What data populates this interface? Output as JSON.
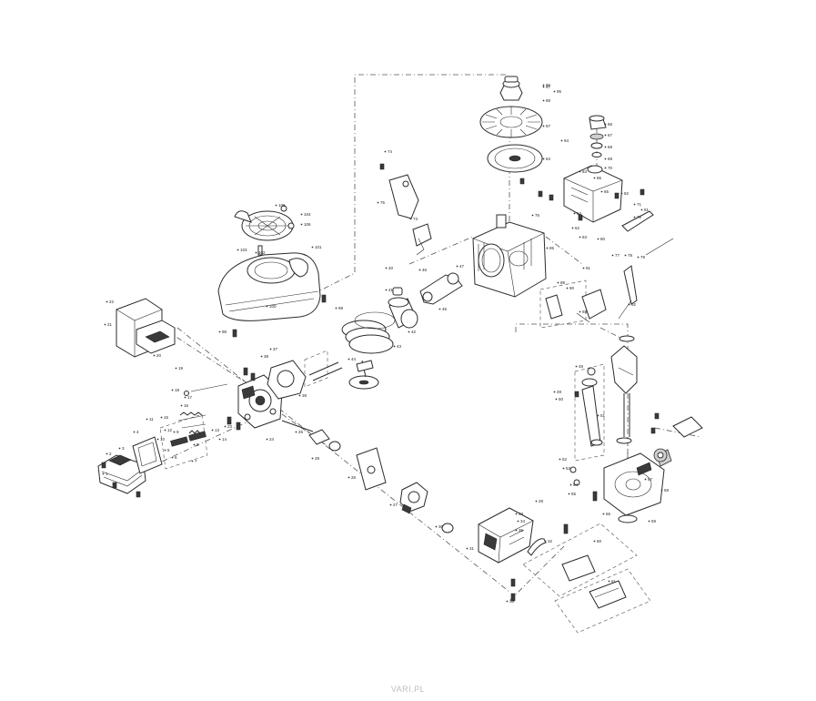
{
  "watermark": "VARI.PL",
  "part_numbers": {
    "n1": "86",
    "n2": "88",
    "n3": "87",
    "n4": "84",
    "n5": "76",
    "n6": "105",
    "n7": "104",
    "n8": "106",
    "n9": "103",
    "n10": "102",
    "n11": "101",
    "n12": "100",
    "n13": "99",
    "n14": "98",
    "n15": "97",
    "n16": "96",
    "n17": "40",
    "n18": "41",
    "n19": "42",
    "n20": "43",
    "n21": "44",
    "n22": "62",
    "n23": "64",
    "n24": "65",
    "n25": "66",
    "n26": "67",
    "n27": "68",
    "n28": "69",
    "n29": "70",
    "n30": "71",
    "n31": "72",
    "n32": "79",
    "n33": "78",
    "n34": "77",
    "n35": "45",
    "n36": "46",
    "n37": "47",
    "n38": "37",
    "n39": "38",
    "n40": "39",
    "n41": "22",
    "n42": "21",
    "n43": "20",
    "n44": "19",
    "n45": "18",
    "n46": "17",
    "n47": "16",
    "n48": "15",
    "n49": "14",
    "n50": "13",
    "n51": "12",
    "n52": "11",
    "n53": "10",
    "n54": "9",
    "n55": "8",
    "n56": "7",
    "n57": "6",
    "n58": "5",
    "n59": "4",
    "n60": "3",
    "n61": "2",
    "n62": "1",
    "n63": "23",
    "n64": "24",
    "n65": "25",
    "n66": "26",
    "n67": "27",
    "n68": "28",
    "n69": "29",
    "n70": "30",
    "n71": "31",
    "n72": "32",
    "n73": "33",
    "n74": "34",
    "n75": "35",
    "n76": "36",
    "n77": "48",
    "n78": "49",
    "n79": "50",
    "n80": "51",
    "n81": "52",
    "n82": "53",
    "n83": "54",
    "n84": "55",
    "n85": "56",
    "n86": "57",
    "n87": "58",
    "n88": "59",
    "n89": "60",
    "n90": "61",
    "n91": "63",
    "n92": "73",
    "n93": "74",
    "n94": "75",
    "n95": "80",
    "n96": "81",
    "n97": "82",
    "n98": "83",
    "n99": "85",
    "n100": "89",
    "n101": "90",
    "n102": "91",
    "n103": "92",
    "n104": "93",
    "n105": "94",
    "n106": "95"
  }
}
